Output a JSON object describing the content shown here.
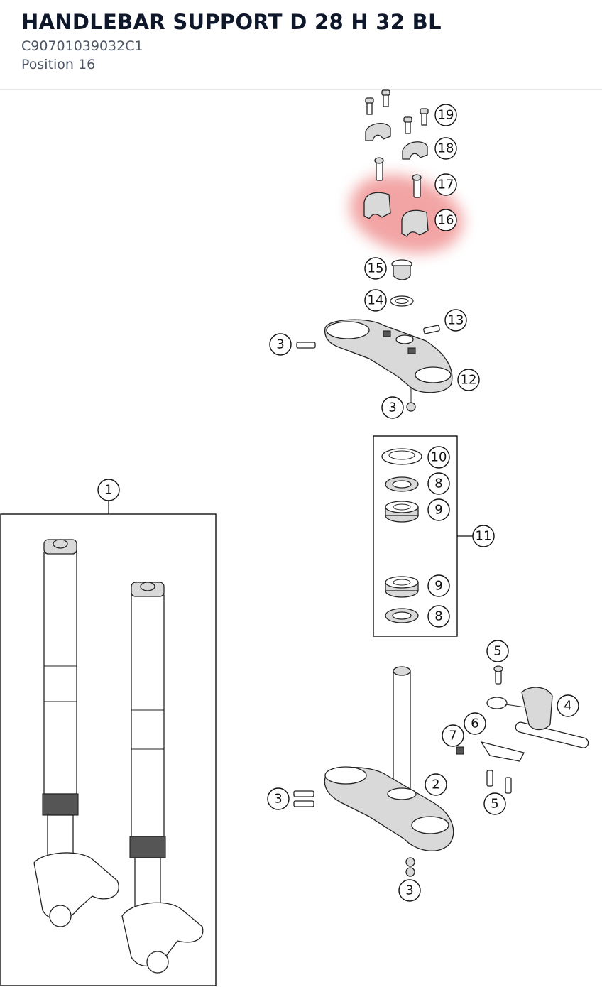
{
  "part": {
    "title": "HANDLEBAR SUPPORT D 28 H 32 BL",
    "code": "C90701039032C1",
    "position": "Position 16"
  },
  "highlight": {
    "position": "16",
    "color": "#e85a5a"
  },
  "callouts": {
    "c19": "19",
    "c18": "18",
    "c17": "17",
    "c16": "16",
    "c15": "15",
    "c14": "14",
    "c13": "13",
    "c12": "12",
    "c10": "10",
    "c8a": "8",
    "c9a": "9",
    "c11": "11",
    "c9b": "9",
    "c8b": "8",
    "c1": "1",
    "c5a": "5",
    "c4": "4",
    "c6": "6",
    "c7": "7",
    "c2": "2",
    "c5b": "5",
    "c3a": "3",
    "c3b": "3",
    "c3c": "3",
    "c3d": "3"
  }
}
